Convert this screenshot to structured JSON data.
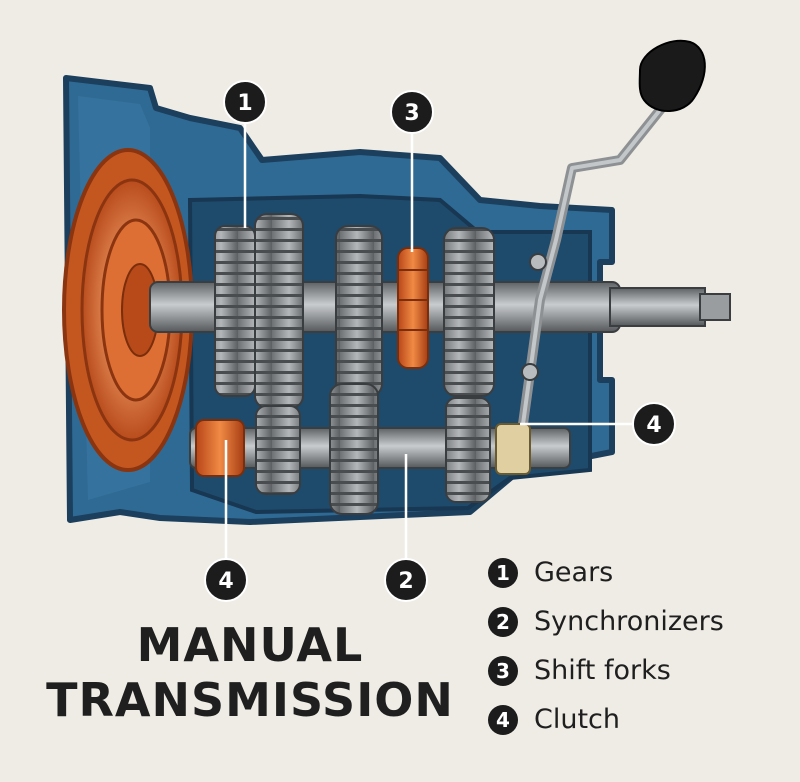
{
  "title": {
    "line1": "MANUAL",
    "line2": "TRANSMISSION"
  },
  "callouts": [
    {
      "id": "callout-gears",
      "number": "1"
    },
    {
      "id": "callout-shift-forks",
      "number": "3"
    },
    {
      "id": "callout-clutch-right",
      "number": "4"
    },
    {
      "id": "callout-clutch-left",
      "number": "4"
    },
    {
      "id": "callout-synchronizers",
      "number": "2"
    }
  ],
  "legend": [
    {
      "number": "1",
      "label": "Gears"
    },
    {
      "number": "2",
      "label": "Synchronizers"
    },
    {
      "number": "3",
      "label": "Shift forks"
    },
    {
      "number": "4",
      "label": "Clutch"
    }
  ],
  "colors": {
    "background": "#efece5",
    "housing": "#2f6a94",
    "housing_dark": "#1e4a6c",
    "clutch_disc": "#d9662a",
    "steel": "#8c8f92",
    "callout": "#1c1c1c"
  }
}
